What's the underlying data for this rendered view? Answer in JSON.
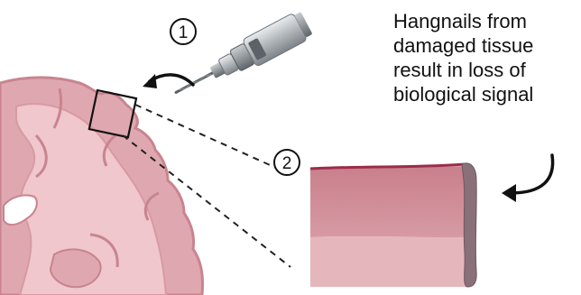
{
  "steps": [
    {
      "label": "1"
    },
    {
      "label": "2"
    }
  ],
  "caption": {
    "lines": [
      "Hangnails from",
      "damaged tissue",
      "result in loss of",
      "biological signal"
    ]
  },
  "colors": {
    "tissue_fill": "#dfa8b0",
    "tissue_deep": "#c98590",
    "tissue_outline": "#c9848f",
    "surface_line": "#9c2c48",
    "hangnail": "#8a7078",
    "white_matter": "#f2d5d8",
    "drill_metal": "#b4b8bc"
  },
  "icons": [
    "brain-section",
    "drill-icon",
    "curved-arrow-icon",
    "magnified-tissue-block"
  ]
}
